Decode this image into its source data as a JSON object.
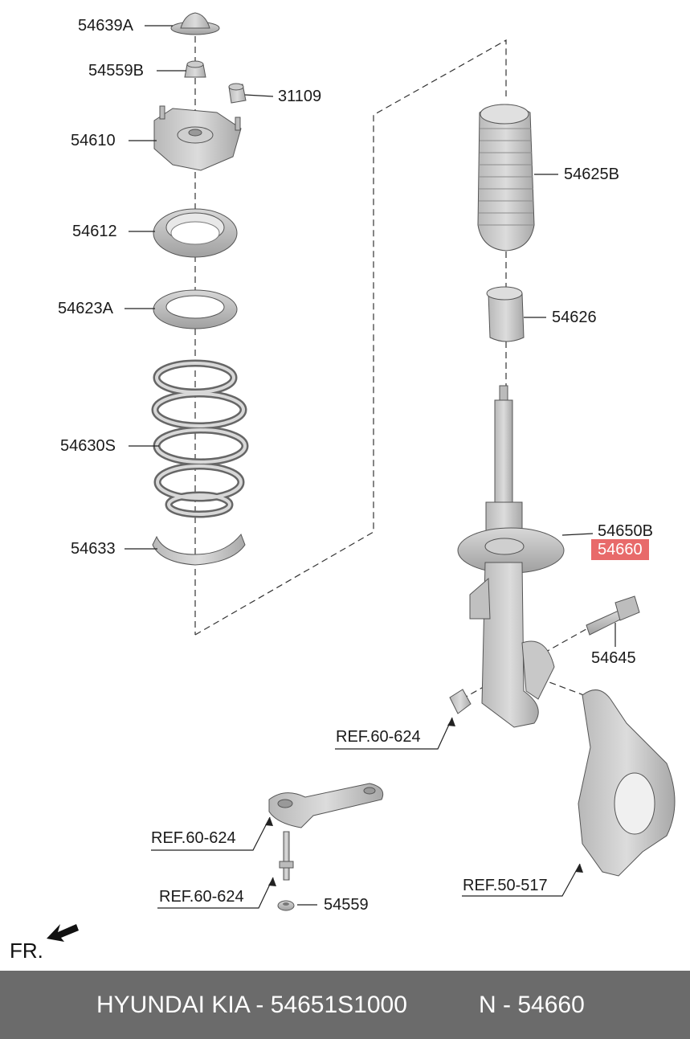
{
  "diagram": {
    "labels": {
      "p54639A": "54639A",
      "p54559B": "54559B",
      "p31109": "31109",
      "p54610": "54610",
      "p54612": "54612",
      "p54623A": "54623A",
      "p54630S": "54630S",
      "p54633": "54633",
      "p54625B": "54625B",
      "p54626": "54626",
      "p54650B": "54650B",
      "p54660": "54660",
      "p54645": "54645",
      "ref1": "REF.60-624",
      "ref2": "REF.60-624",
      "ref3": "REF.60-624",
      "ref4": "REF.50-517",
      "p54559": "54559"
    },
    "direction_label": "FR.",
    "highlight_color": "#e86a6a"
  },
  "footer": {
    "brand_part": "HYUNDAI  KIA - 54651S1000",
    "number": "N - 54660"
  }
}
